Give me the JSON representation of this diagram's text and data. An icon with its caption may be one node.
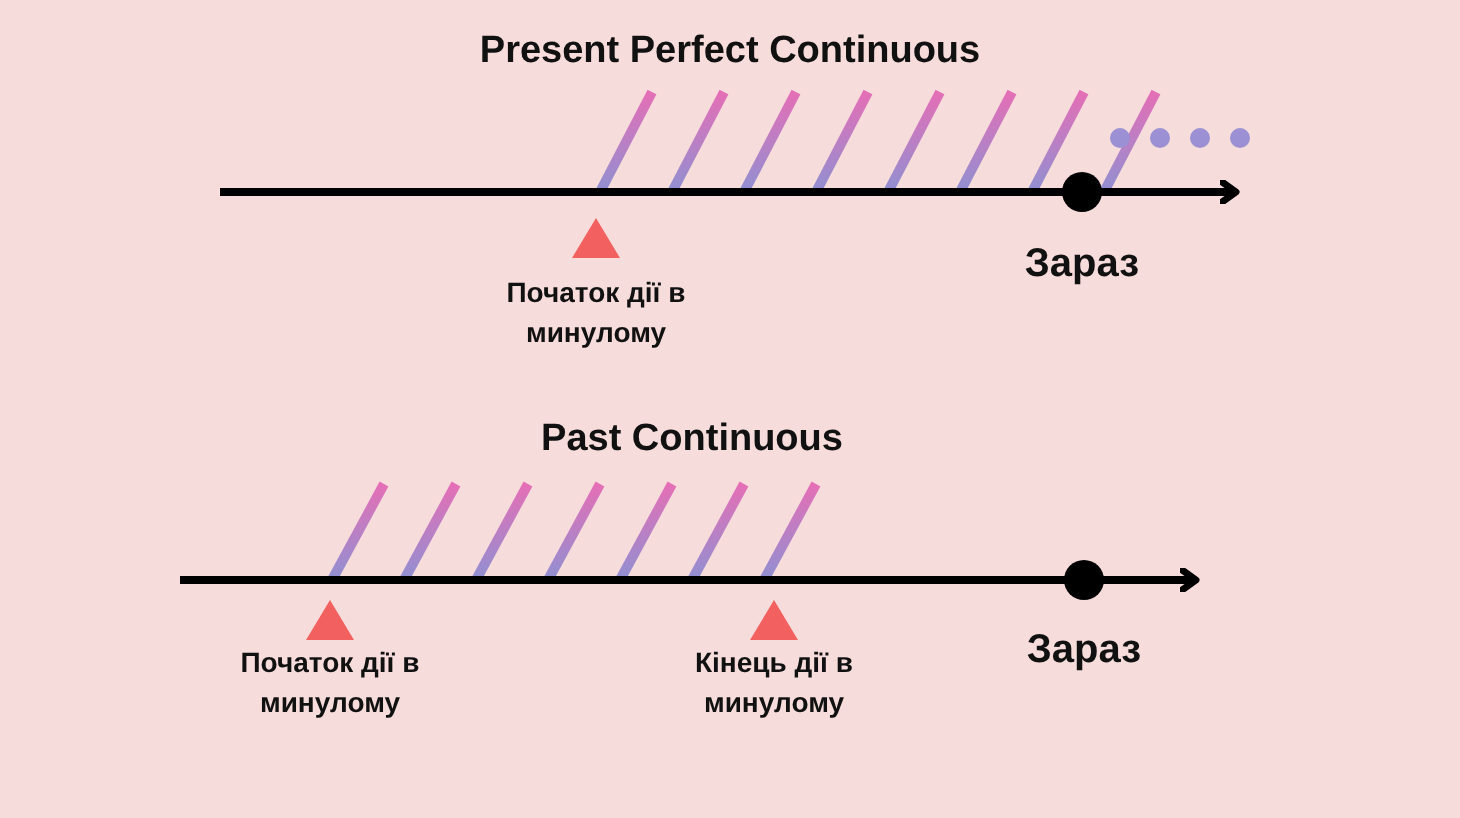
{
  "diagram": {
    "labels": [
      "Present Perfect Continuous",
      "Початок дії в минулому",
      "Зараз",
      "Past Continuous",
      "Початок дії в минулому",
      "Кінець дії в минулому",
      "Зараз"
    ]
  }
}
